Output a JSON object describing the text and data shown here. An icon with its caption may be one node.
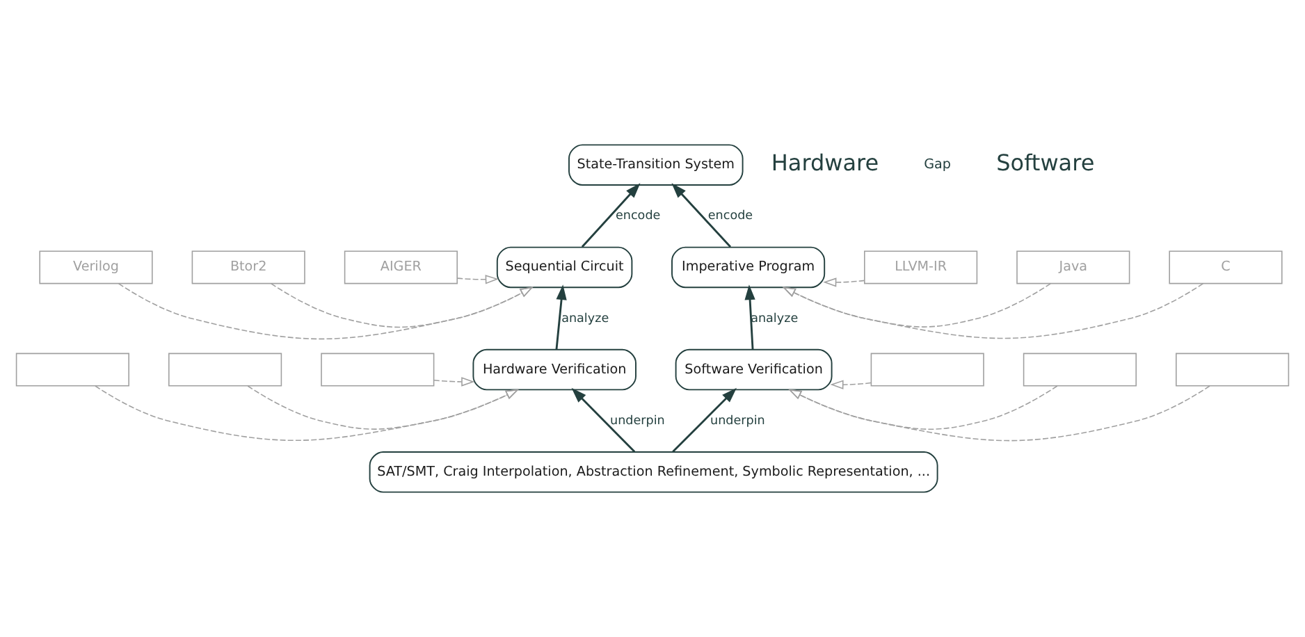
{
  "diagram": {
    "nodes": [
      {
        "text": [
          "State-Transition System"
        ]
      },
      {
        "text": [
          "Sequential Circuit"
        ]
      },
      {
        "text": [
          "Imperative Program"
        ]
      },
      {
        "text": [
          "Hardware Verification"
        ]
      },
      {
        "text": [
          "Software Verification"
        ]
      },
      {
        "text": [
          "SAT/SMT, Craig Interpolation, Abstraction Refinement, Symbolic Representation, ..."
        ]
      },
      {
        "text": [
          "Verilog"
        ]
      },
      {
        "text": [
          "Btor2"
        ]
      },
      {
        "text": [
          "AIGER"
        ]
      },
      {
        "text": [],
        "shape": "box"
      },
      {
        "text": [],
        "shape": "box"
      },
      {
        "text": [],
        "shape": "box"
      },
      {
        "text": [
          "LLVM-IR"
        ]
      },
      {
        "text": [
          "Java"
        ]
      },
      {
        "text": [
          "C"
        ]
      },
      {
        "text": [],
        "shape": "box"
      },
      {
        "text": [],
        "shape": "box"
      },
      {
        "text": [],
        "shape": "box"
      }
    ],
    "edges": [
      {
        "from": 1,
        "to": 0,
        "arrow": "to",
        "label": "encode",
        "color": "#24403f"
      },
      {
        "from": 2,
        "to": 0,
        "arrow": "to",
        "label": "encode",
        "color": "#24403f"
      },
      {
        "from": 3,
        "to": 1,
        "arrow": "to",
        "label": "analyze",
        "color": "#24403f"
      },
      {
        "from": 4,
        "to": 2,
        "arrow": "to",
        "label": "analyze",
        "color": "#24403f"
      },
      {
        "from": 5,
        "to": 3,
        "arrow": "to",
        "label": "underpin",
        "color": "#24403f"
      },
      {
        "from": 5,
        "to": 4,
        "arrow": "to",
        "label": "underpin",
        "color": "#24403f"
      },
      {
        "from": 6,
        "to": 1,
        "arrow": "to",
        "style": "dashed"
      },
      {
        "from": 7,
        "to": 1,
        "arrow": "to",
        "style": "dashed"
      },
      {
        "from": 8,
        "to": 1,
        "arrow": "to",
        "style": "dashed"
      },
      {
        "from": 9,
        "to": 3,
        "arrow": "to",
        "style": "dashed"
      },
      {
        "from": 10,
        "to": 3,
        "arrow": "to",
        "style": "dashed"
      },
      {
        "from": 11,
        "to": 3,
        "arrow": "to",
        "style": "dashed"
      },
      {
        "from": 12,
        "to": 2,
        "arrow": "to",
        "style": "dashed"
      },
      {
        "from": 13,
        "to": 2,
        "arrow": "to",
        "style": "dashed"
      },
      {
        "from": 14,
        "to": 2,
        "arrow": "to",
        "style": "dashed"
      },
      {
        "from": 15,
        "to": 4,
        "arrow": "to",
        "style": "dashed"
      },
      {
        "from": 16,
        "to": 4,
        "arrow": "to",
        "style": "dashed"
      },
      {
        "from": 17,
        "to": 4,
        "arrow": "to",
        "style": "dashed"
      }
    ],
    "labels": [
      "Hardware",
      "Gap",
      "Software"
    ]
  }
}
